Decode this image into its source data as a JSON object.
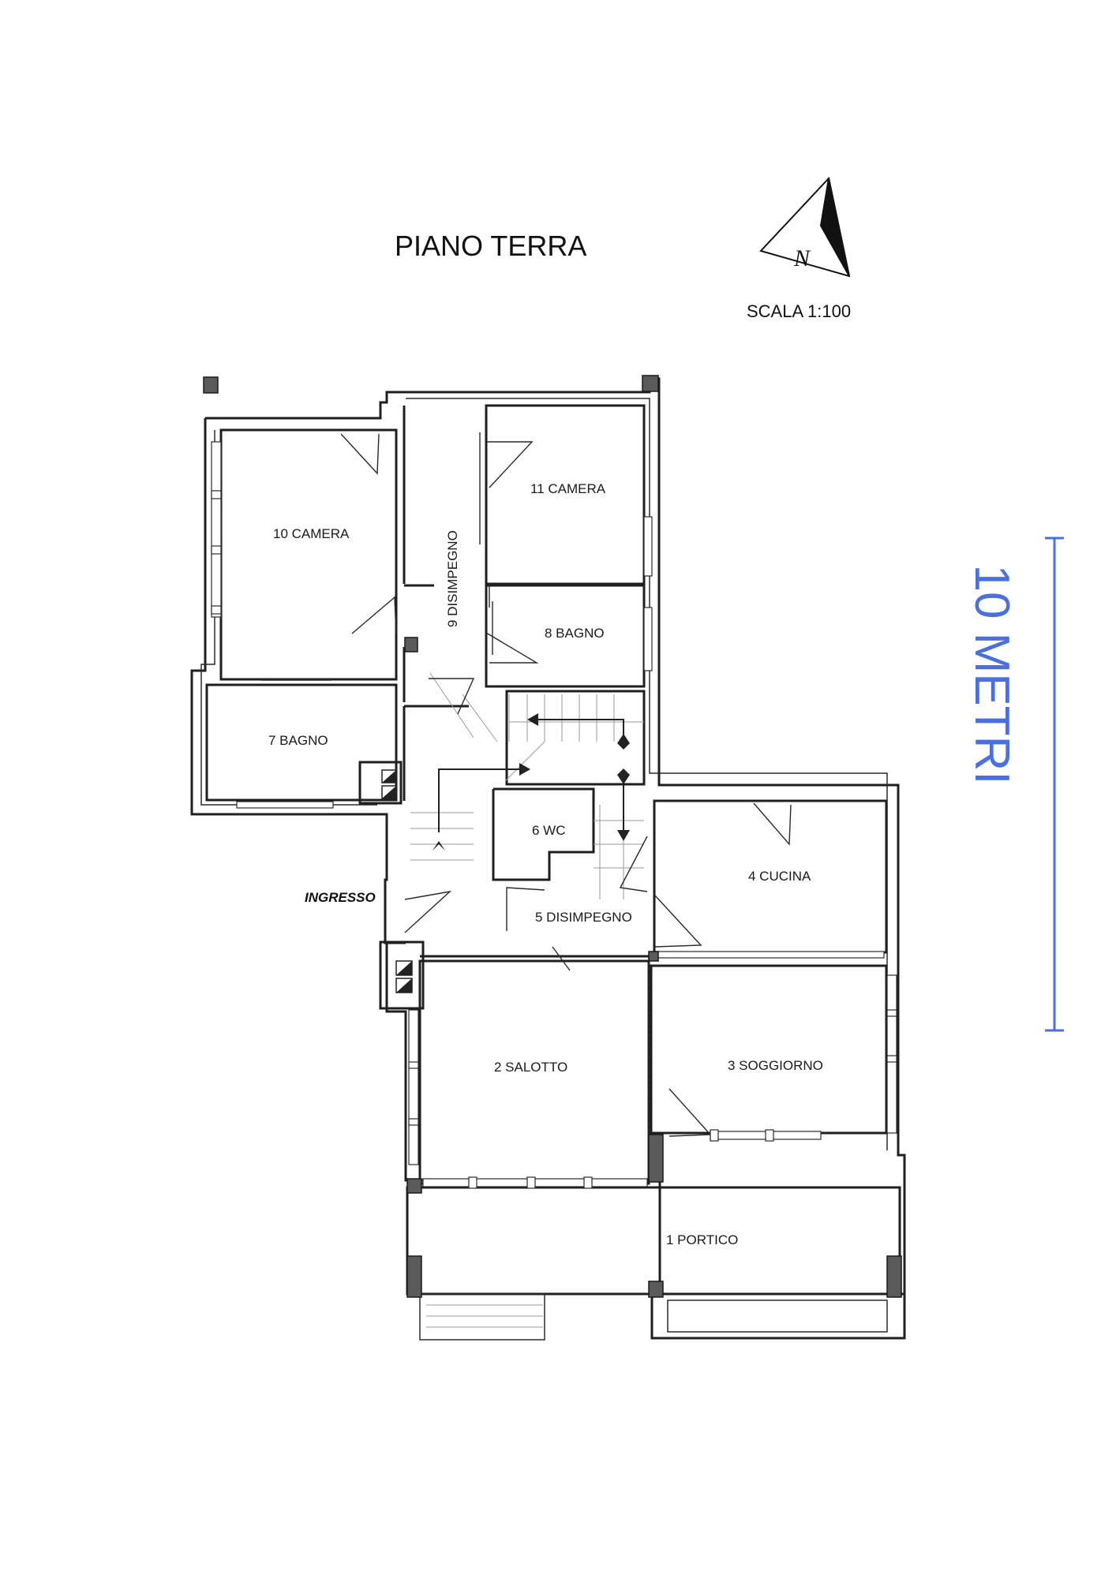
{
  "title": "PIANO TERRA",
  "scale": "SCALA 1:100",
  "north": "N",
  "entrance_label": "INGRESSO",
  "scale_bar": {
    "label": "10 METRI",
    "color": "#4a6fe0"
  },
  "rooms": {
    "portico": "1 PORTICO",
    "salotto": "2 SALOTTO",
    "soggiorno": "3 SOGGIORNO",
    "cucina": "4 CUCINA",
    "disimpegno5": "5 DISIMPEGNO",
    "wc": "6 WC",
    "bagno7": "7 BAGNO",
    "bagno8": "8 BAGNO",
    "disimpegno9": "9  DISIMPEGNO",
    "camera10": "10 CAMERA",
    "camera11": "11 CAMERA"
  }
}
